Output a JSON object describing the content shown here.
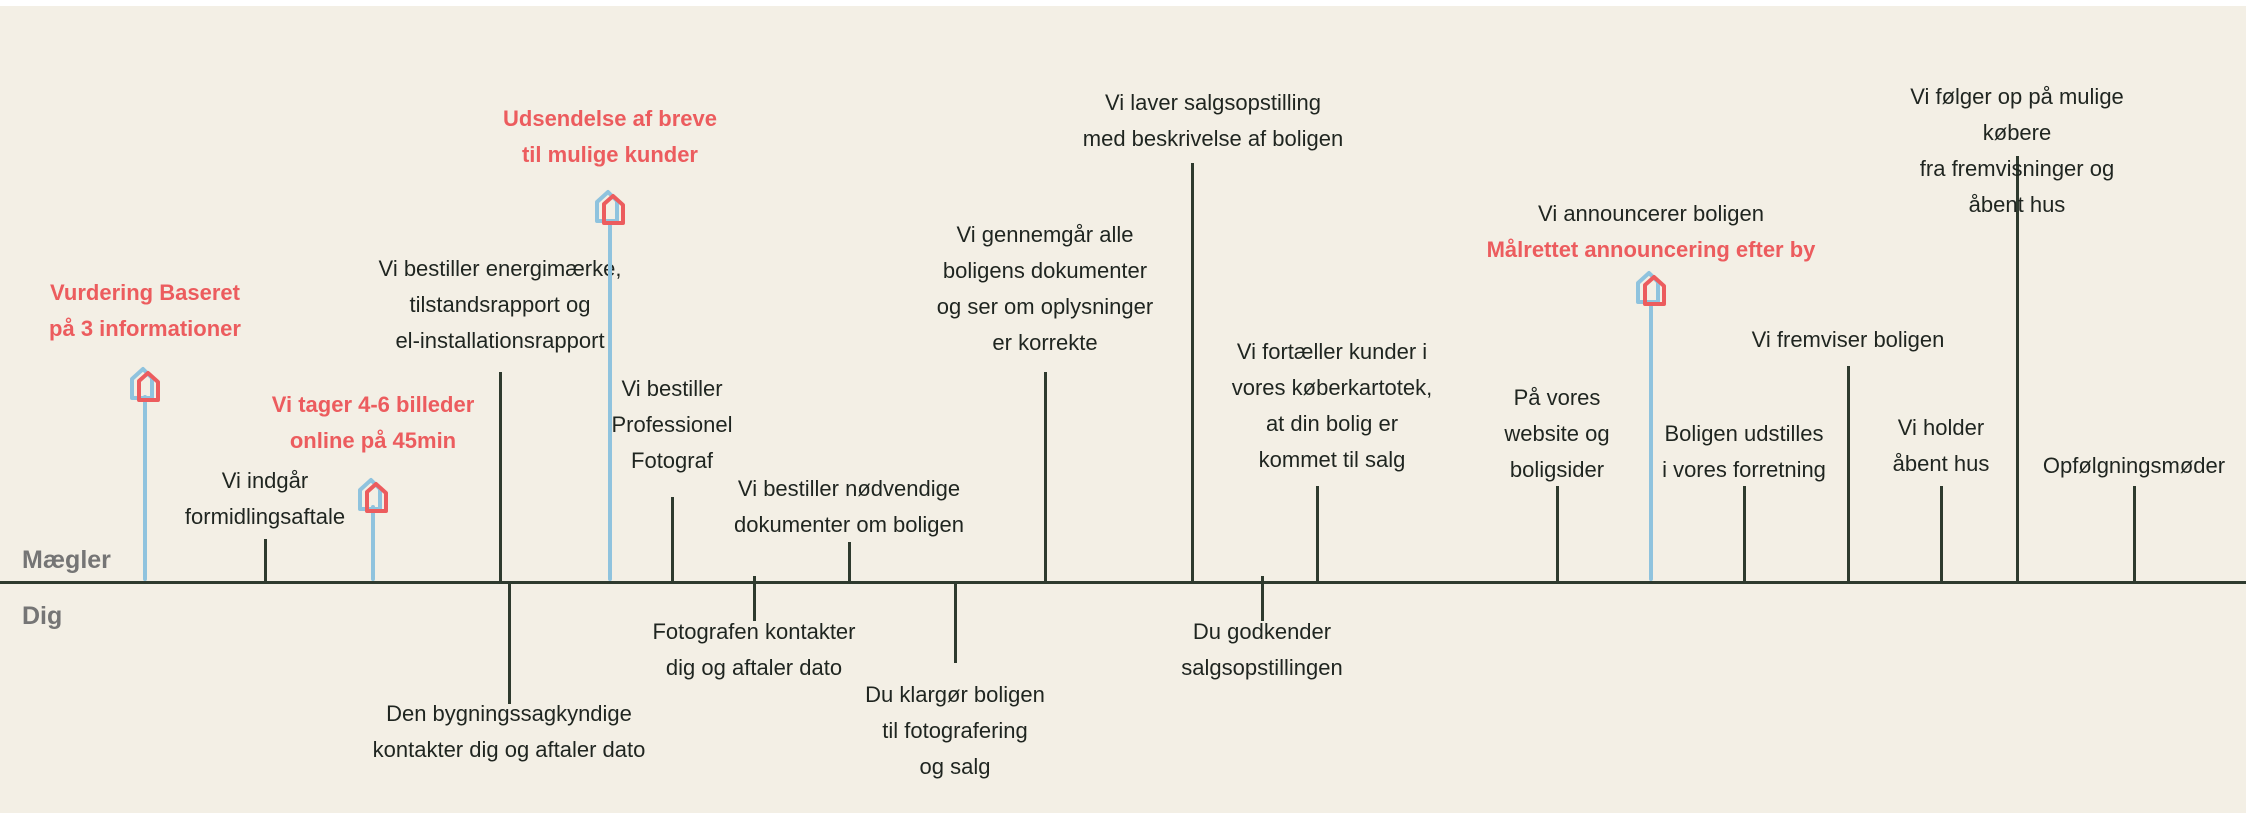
{
  "lanes": {
    "top": "Mægler",
    "bottom": "Dig"
  },
  "colors": {
    "background": "#f3efe5",
    "axis": "#2e3a2e",
    "accent": "#ec5c5e",
    "pin": "#8fc3de",
    "text": "#1f2520"
  },
  "events": [
    {
      "id": "vurdering",
      "lane": "top",
      "highlight": true,
      "icon": "house-pin-icon",
      "lines": [
        "Vurdering Baseret",
        "på 3 informationer"
      ]
    },
    {
      "id": "formidlingsaftale",
      "lane": "top",
      "highlight": false,
      "lines": [
        "Vi indgår",
        "formidlingsaftale"
      ]
    },
    {
      "id": "billeder",
      "lane": "top",
      "highlight": true,
      "icon": "house-pin-icon",
      "lines": [
        "Vi tager 4-6 billeder",
        "online på 45min"
      ]
    },
    {
      "id": "energimaerke",
      "lane": "top",
      "highlight": false,
      "lines": [
        "Vi bestiller energimærke,",
        "tilstandsrapport og",
        "el-installationsrapport"
      ]
    },
    {
      "id": "bygningssagkyndig",
      "lane": "bottom",
      "highlight": false,
      "lines": [
        "Den bygningssagkyndige",
        "kontakter dig og aftaler dato"
      ]
    },
    {
      "id": "breve",
      "lane": "top",
      "highlight": true,
      "icon": "house-pin-icon",
      "lines": [
        "Udsendelse af breve",
        "til mulige kunder"
      ]
    },
    {
      "id": "fotograf",
      "lane": "top",
      "highlight": false,
      "lines": [
        "Vi bestiller",
        "Professionel",
        "Fotograf"
      ]
    },
    {
      "id": "fotograf-kontakt",
      "lane": "bottom",
      "highlight": false,
      "lines": [
        "Fotografen kontakter",
        "dig og aftaler dato"
      ]
    },
    {
      "id": "dokumenter",
      "lane": "top",
      "highlight": false,
      "lines": [
        "Vi bestiller nødvendige",
        "dokumenter om boligen"
      ]
    },
    {
      "id": "klargoer",
      "lane": "bottom",
      "highlight": false,
      "lines": [
        "Du klargør boligen",
        "til fotografering",
        "og salg"
      ]
    },
    {
      "id": "gennemgaar",
      "lane": "top",
      "highlight": false,
      "lines": [
        "Vi gennemgår alle",
        "boligens dokumenter",
        "og ser om oplysninger",
        "er korrekte"
      ]
    },
    {
      "id": "salgsopstilling",
      "lane": "top",
      "highlight": false,
      "lines": [
        "Vi laver salgsopstilling",
        "med beskrivelse af boligen"
      ]
    },
    {
      "id": "godkender",
      "lane": "bottom",
      "highlight": false,
      "lines": [
        "Du godkender",
        "salgsopstillingen"
      ]
    },
    {
      "id": "koeberkartotek",
      "lane": "top",
      "highlight": false,
      "lines": [
        "Vi fortæller kunder i",
        "vores køberkartotek,",
        "at din bolig er",
        "kommet til salg"
      ]
    },
    {
      "id": "website",
      "lane": "top",
      "highlight": false,
      "lines": [
        "På vores",
        "website og",
        "boligsider"
      ]
    },
    {
      "id": "announcering",
      "lane": "top",
      "highlight": "second",
      "icon": "house-pin-icon",
      "lines": [
        "Vi announcerer boligen",
        "Målrettet announcering efter by"
      ]
    },
    {
      "id": "forretning",
      "lane": "top",
      "highlight": false,
      "lines": [
        "Boligen udstilles",
        "i vores forretning"
      ]
    },
    {
      "id": "fremviser",
      "lane": "top",
      "highlight": false,
      "lines": [
        "Vi fremviser boligen"
      ]
    },
    {
      "id": "aabent-hus",
      "lane": "top",
      "highlight": false,
      "lines": [
        "Vi holder",
        "åbent hus"
      ]
    },
    {
      "id": "foelger-op",
      "lane": "top",
      "highlight": false,
      "lines": [
        "Vi følger op på mulige købere",
        "fra fremvisninger og åbent hus"
      ]
    },
    {
      "id": "opfoelgning",
      "lane": "top",
      "highlight": false,
      "lines": [
        "Opfølgningsmøder"
      ]
    }
  ]
}
